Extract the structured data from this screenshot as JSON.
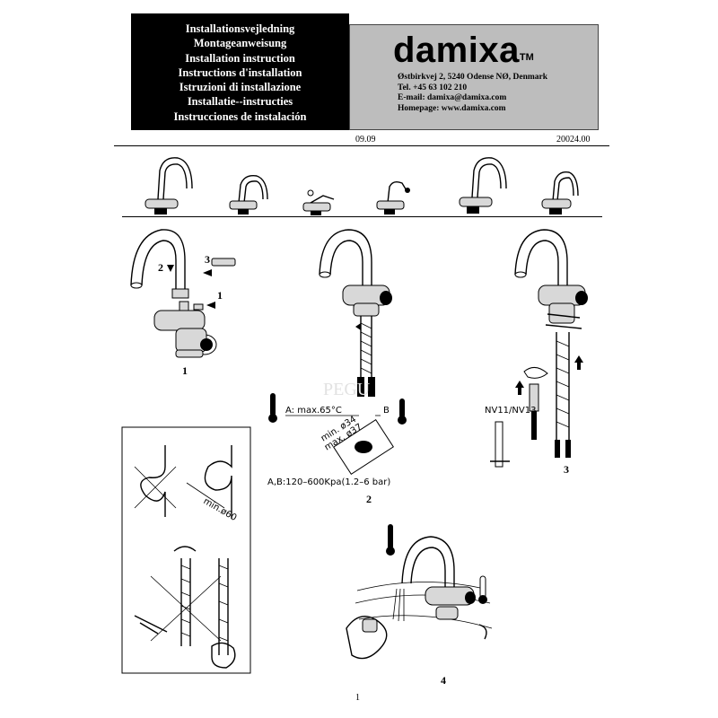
{
  "header": {
    "titles": [
      "Installationsvejledning",
      "Montageanweisung",
      "Installation instruction",
      "Instructions d'installation",
      "Istruzioni di installazione",
      "Installatie--instructies",
      "Instrucciones de instalación"
    ],
    "brand": "damixa",
    "trademark": "TM",
    "address_lines": [
      "Østbirkvej 2, 5240 Odense NØ, Denmark",
      "Tel. +45 63 102 210",
      "E-mail: damixa@damixa.com",
      "Homepage: www.damixa.com"
    ],
    "date": "09.09",
    "doc_number": "20024.00"
  },
  "steps": {
    "step1": "1",
    "step2": "2",
    "step3": "3",
    "step4": "4",
    "step1_arrows": [
      "2",
      "3",
      "1"
    ]
  },
  "step2_labels": {
    "temp_label": "A:  max.65°C",
    "b_label": "B",
    "hole_min": "min. ø34",
    "hole_max": "max. ø37",
    "pressure": "A,B:120–600Kpa(1.2–6  bar)"
  },
  "step3_labels": {
    "tool_label": "NV11/NV13"
  },
  "hose_labels": {
    "min_bend": "min.ø60"
  },
  "watermark": "PEGU",
  "page_number": "1",
  "colors": {
    "header_black": "#000000",
    "header_grey": "#bdbdbd"
  }
}
